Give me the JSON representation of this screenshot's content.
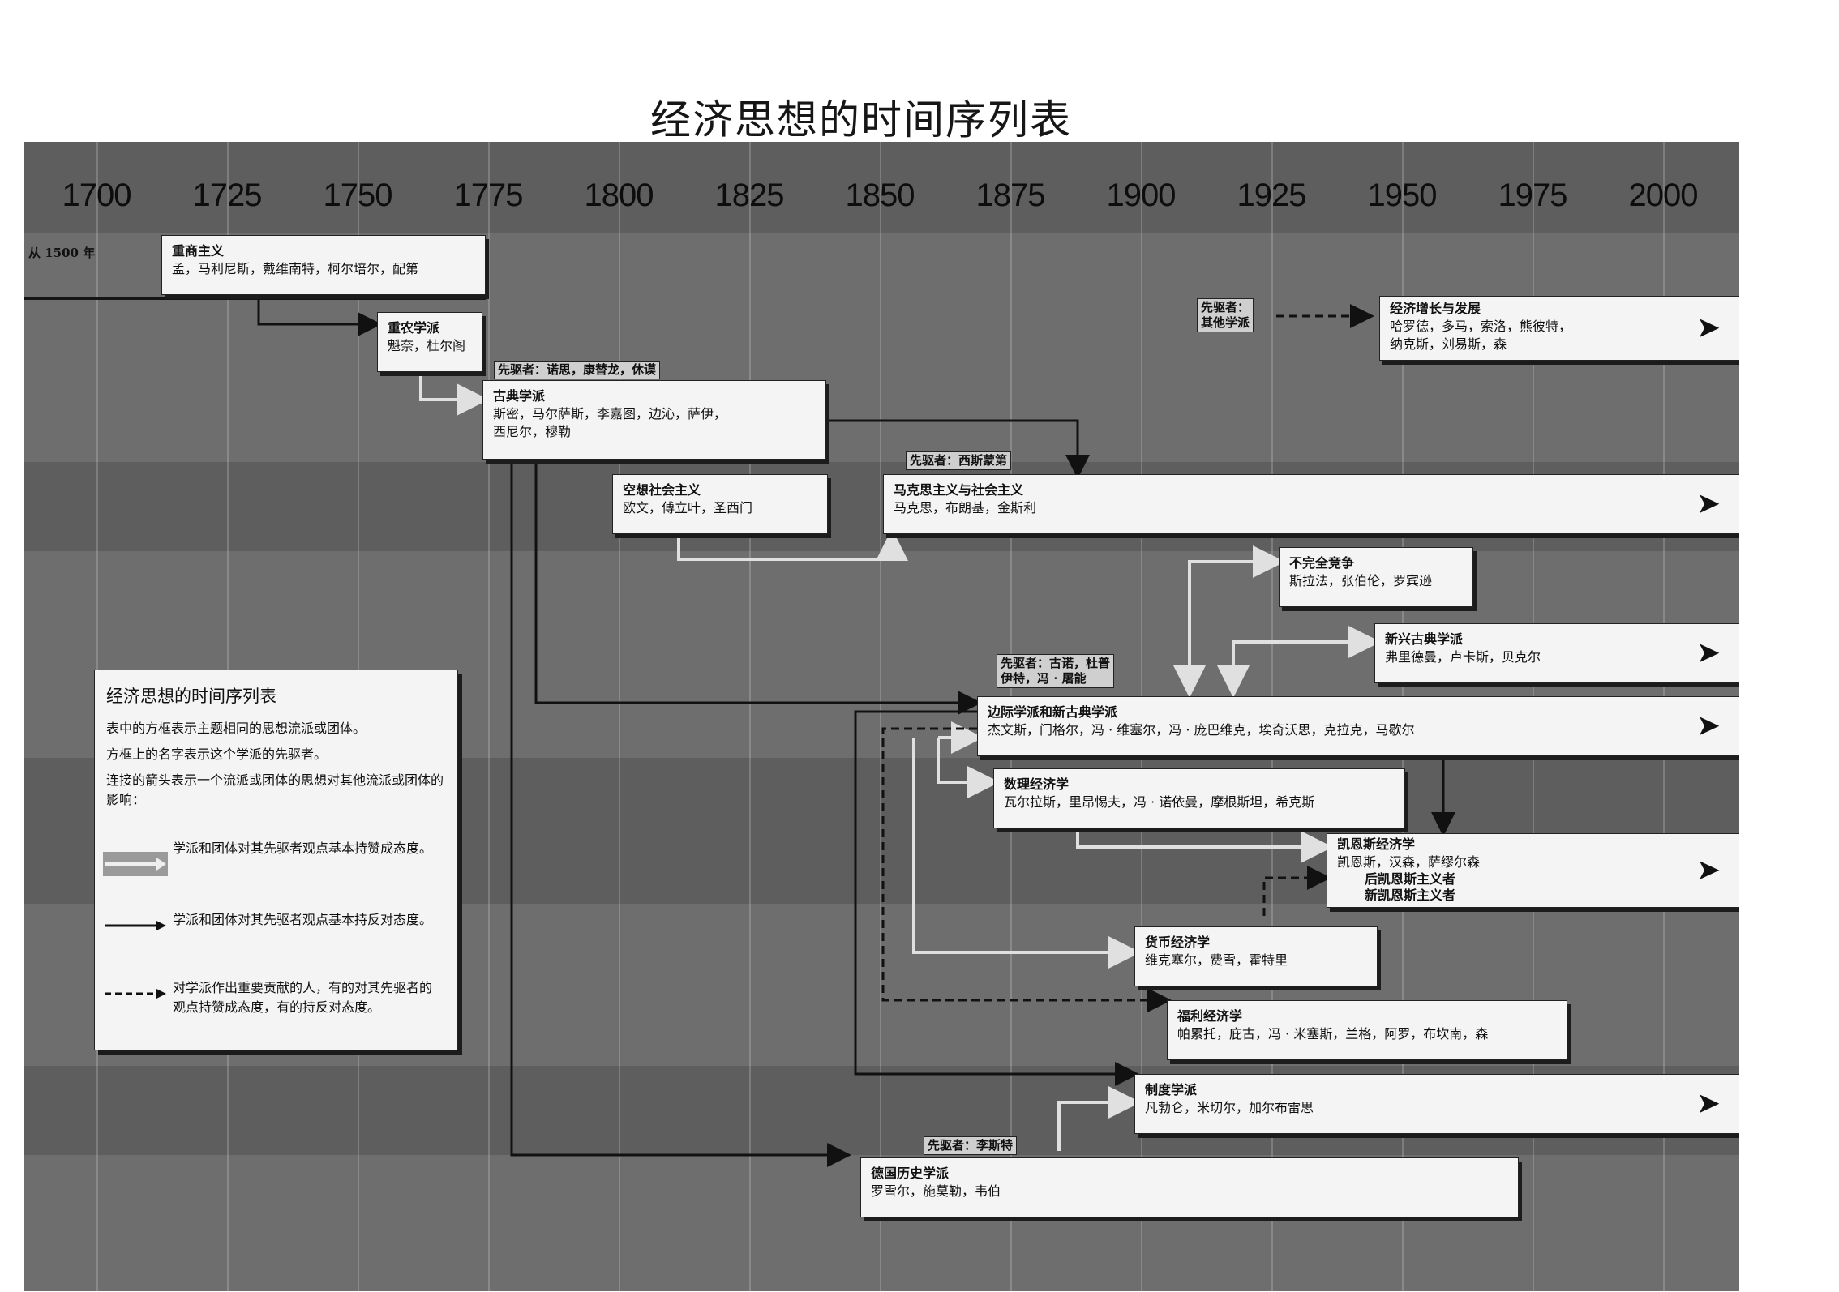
{
  "title": "经济思想的时间序列表",
  "start_label": "从 1500 年",
  "axis_ticks": [
    "1700",
    "1725",
    "1750",
    "1775",
    "1800",
    "1825",
    "1850",
    "1875",
    "1900",
    "1925",
    "1950",
    "1975",
    "2000"
  ],
  "schools": {
    "mercantilism": {
      "name": "重商主义",
      "people": "孟，马利尼斯，戴维南特，柯尔培尔，配第"
    },
    "physiocrats": {
      "name": "重农学派",
      "people": "魁奈，杜尔阁"
    },
    "classical": {
      "name": "古典学派",
      "people_1": "斯密，马尔萨斯，李嘉图，边沁，萨伊，",
      "people_2": "西尼尔，穆勒"
    },
    "utopian": {
      "name": "空想社会主义",
      "people": "欧文，傅立叶，圣西门"
    },
    "marxism": {
      "name": "马克思主义与社会主义",
      "people": "马克思，布朗基，金斯利"
    },
    "growth": {
      "name": "经济增长与发展",
      "people_1": "哈罗德，多马，索洛，熊彼特，",
      "people_2": "纳克斯，刘易斯，森"
    },
    "imperfect": {
      "name": "不完全竞争",
      "people": "斯拉法，张伯伦，罗宾逊"
    },
    "new_classical": {
      "name": "新兴古典学派",
      "people": "弗里德曼，卢卡斯，贝克尔"
    },
    "marginal": {
      "name": "边际学派和新古典学派",
      "people": "杰文斯，门格尔，冯 · 维塞尔，冯 · 庞巴维克，埃奇沃思，克拉克，马歇尔"
    },
    "mathematical": {
      "name": "数理经济学",
      "people": "瓦尔拉斯，里昂惕夫，冯 · 诺依曼，摩根斯坦，希克斯"
    },
    "keynesian": {
      "name": "凯恩斯经济学",
      "people": "凯恩斯，汉森，萨缪尔森",
      "sub_1": "后凯恩斯主义者",
      "sub_2": "新凯恩斯主义者"
    },
    "monetary": {
      "name": "货币经济学",
      "people": "维克塞尔，费雪，霍特里"
    },
    "welfare": {
      "name": "福利经济学",
      "people": "帕累托，庇古，冯 · 米塞斯，兰格，阿罗，布坎南，森"
    },
    "institutional": {
      "name": "制度学派",
      "people": "凡勃仑，米切尔，加尔布雷思"
    },
    "historical": {
      "name": "德国历史学派",
      "people": "罗雪尔，施莫勒，韦伯"
    }
  },
  "precursors": {
    "classical": "先驱者：诺思，康替龙，休谟",
    "marxism": "先驱者：西斯蒙第",
    "growth_1": "先驱者：",
    "growth_2": "其他学派",
    "marginal_1": "先驱者：古诺，杜普",
    "marginal_2": "伊特，冯 · 屠能",
    "historical": "先驱者：李斯特"
  },
  "legend": {
    "title": "经济思想的时间序列表",
    "line_1": "表中的方框表示主题相同的思想流派或团体。",
    "line_2": "方框上的名字表示这个学派的先驱者。",
    "line_3": "连接的箭头表示一个流派或团体的思想对其他流派或团体的影响：",
    "agree": "学派和团体对其先驱者观点基本持赞成态度。",
    "oppose": "学派和团体对其先驱者观点基本持反对态度。",
    "mixed": "对学派作出重要贡献的人，有的对其先驱者的观点持赞成态度，有的持反对态度。"
  },
  "colors": {
    "panel": "#6e6e6e",
    "band": "#5e5e5e",
    "box": "#f4f4f4",
    "agree_arrow": "#d9d9d9",
    "oppose_arrow": "#111111"
  }
}
